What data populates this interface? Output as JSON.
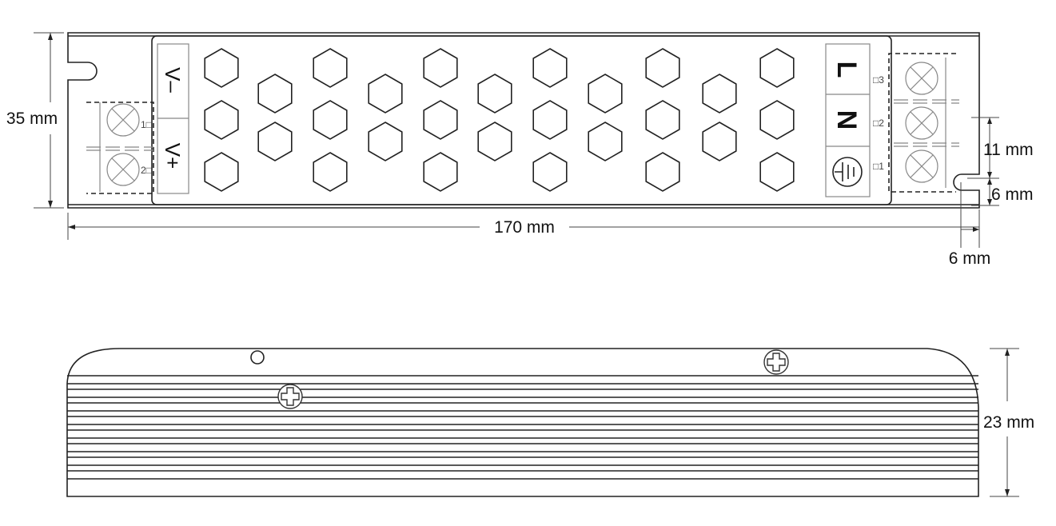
{
  "top_view": {
    "output_labels": [
      "V–",
      "V+"
    ],
    "output_pins": [
      "1□",
      "2□"
    ],
    "input_labels": [
      "L",
      "N"
    ],
    "ground_icon": "earth-ground-icon",
    "input_pins": [
      "□3",
      "□2",
      "□1"
    ]
  },
  "dimensions": {
    "width": "35 mm",
    "length": "170 mm",
    "mount_offset": "11 mm",
    "notch_height": "6 mm",
    "notch_depth": "6 mm",
    "height": "23 mm"
  }
}
